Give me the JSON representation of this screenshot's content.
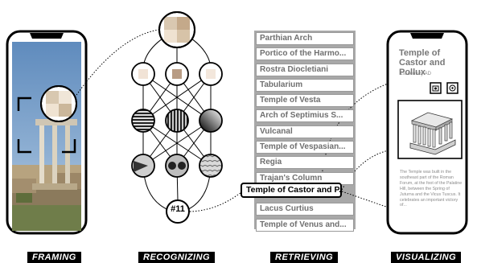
{
  "stages": [
    "FRAMING",
    "RECOGNIZING",
    "RETRIEVING",
    "VISUALIZING"
  ],
  "retrieval_list": [
    "Parthian Arch",
    "Portico of the Harmo...",
    "Rostra Diocletiani",
    "Tabularium",
    "Temple of Vesta",
    "Arch of Septimius S...",
    "Vulcanal",
    "Temple of Vespasian...",
    "Regia",
    "Trajan's Column",
    "",
    "Lacus Curtius",
    "Temple of Venus and..."
  ],
  "selected_item": "Temple of Castor and P...",
  "match_number": "#11",
  "visualization": {
    "title": "Temple of Castor and Pollux",
    "subtitle": "1st century AD",
    "description": "The Temple was built in the southeast part of the Roman Forum, at the foot of the Palatine Hill, between the Spring of Juturna and the Vicus Tuscus. It celebrates an important victory of...",
    "icons": [
      "camera-icon",
      "view-icon"
    ]
  },
  "colors": {
    "sky": "#6f97c2",
    "accent": "#000000",
    "list_text": "#6f6f6f"
  }
}
